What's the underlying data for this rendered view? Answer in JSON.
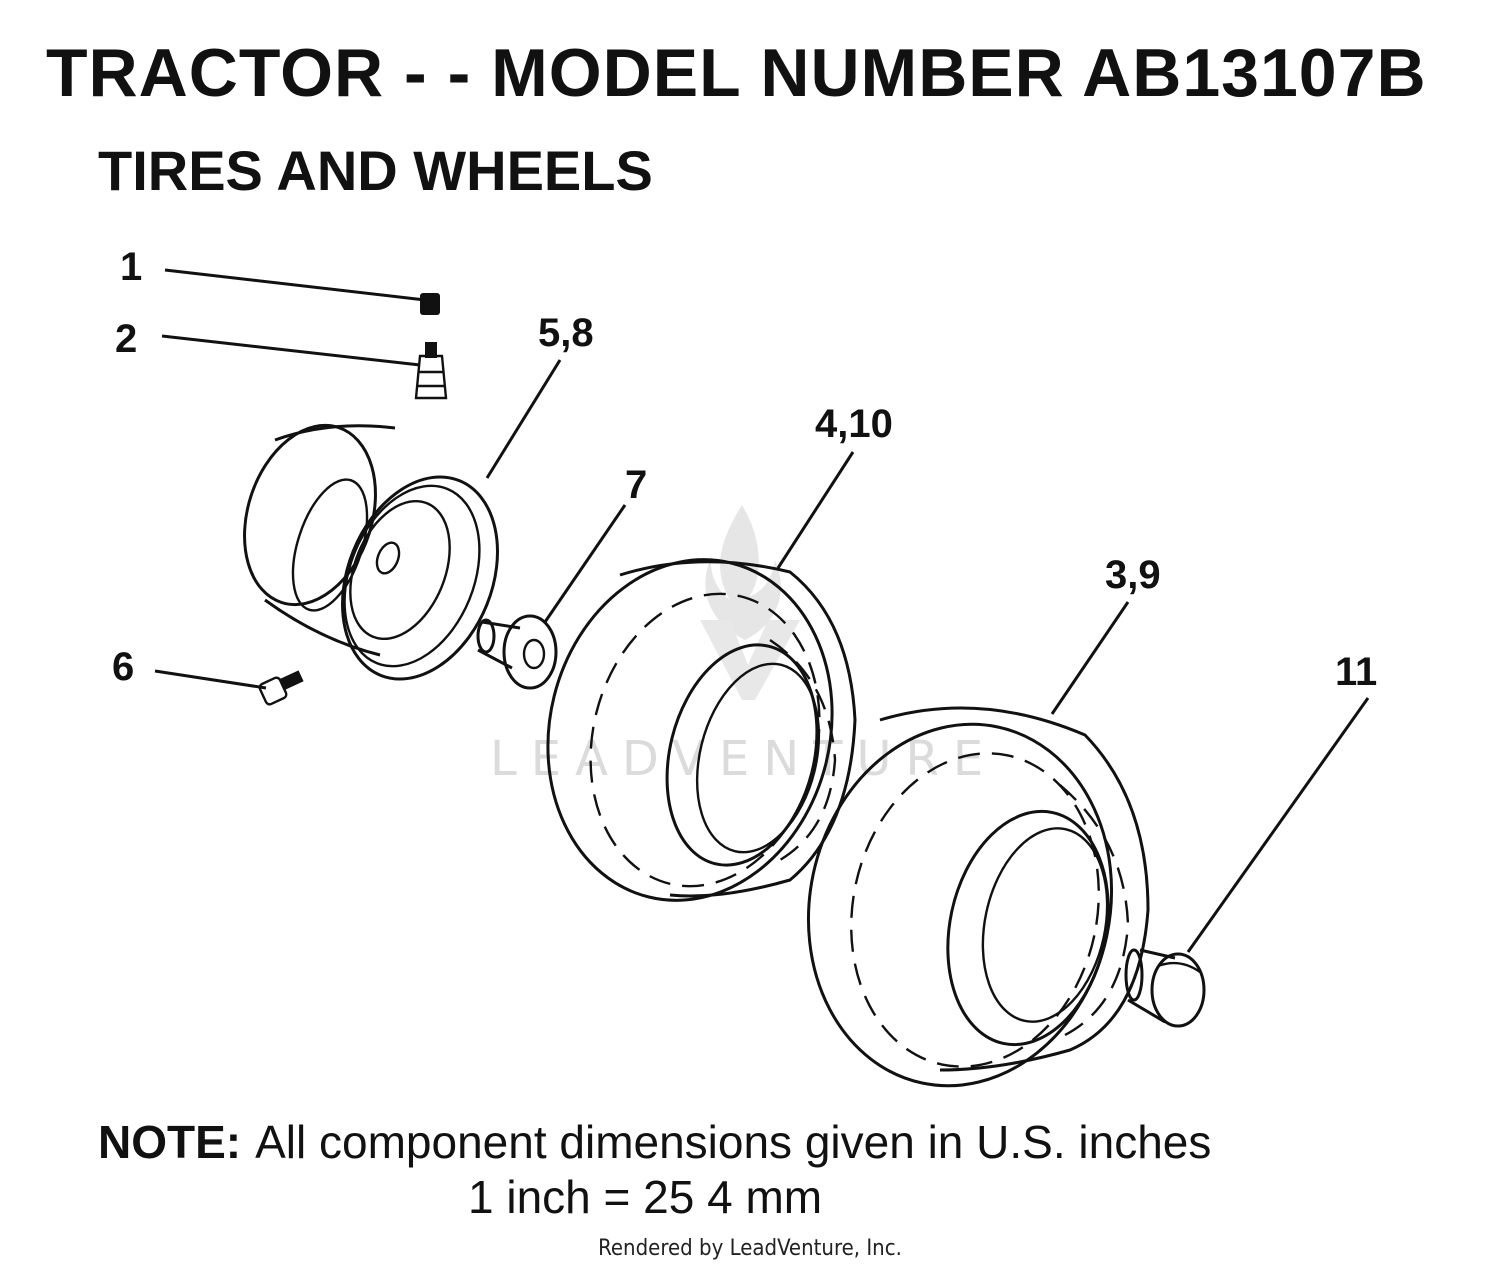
{
  "header": {
    "title": "TRACTOR - - MODEL NUMBER AB13107B",
    "subtitle": "TIRES AND WHEELS"
  },
  "callouts": {
    "c1": "1",
    "c2": "2",
    "c58": "5,8",
    "c7": "7",
    "c410": "4,10",
    "c39": "3,9",
    "c6": "6",
    "c11": "11"
  },
  "watermark": {
    "text": "LEADVENTURE"
  },
  "note": {
    "label": "NOTE:",
    "text": "All component dimensions given in U.S. inches",
    "conversion": "1 inch = 25 4 mm"
  },
  "footer": {
    "rendered_by": "Rendered by LeadVenture, Inc."
  }
}
